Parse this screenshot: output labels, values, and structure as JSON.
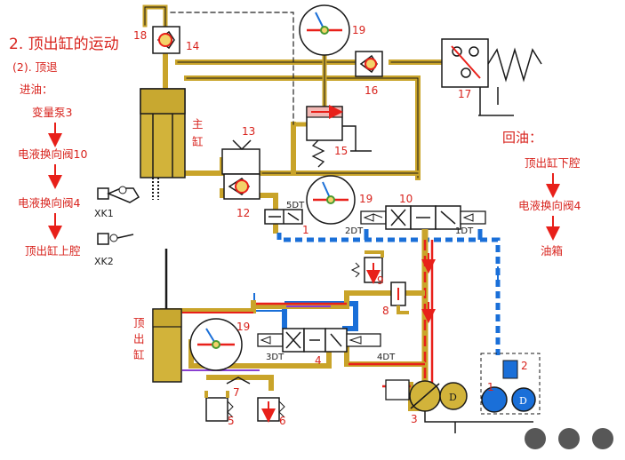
{
  "title": "2. 顶出缸的运动",
  "subtitle": "(2). 顶退",
  "inlet": {
    "heading": "进油：",
    "steps": [
      "变量泵3",
      "电液换向阀10",
      "电液换向阀4",
      "顶出缸上腔"
    ]
  },
  "return": {
    "heading": "回油：",
    "steps": [
      "顶出缸下腔",
      "电液换向阀4",
      "油箱"
    ]
  },
  "labels": {
    "main_cyl": "主\n缸",
    "eject_cyl": "顶\n出\n缸",
    "xk1": "XK1",
    "xk2": "XK2",
    "dt1": "1DT",
    "dt2": "2DT",
    "dt3": "3DT",
    "dt4": "4DT",
    "dt5": "5DT"
  },
  "numbers": {
    "n1": "1",
    "n2": "2",
    "n3": "3",
    "n4": "4",
    "n5": "5",
    "n6": "6",
    "n7": "7",
    "n8": "8",
    "n9": "9",
    "n10": "10",
    "n12": "12",
    "n13": "13",
    "n14": "14",
    "n15": "15",
    "n16": "16",
    "n17": "17",
    "n18": "18",
    "n19a": "19",
    "n19b": "19",
    "n19c": "19",
    "n4b": "4"
  },
  "colors": {
    "pressure_line": "#e8201a",
    "return_line": "#1a6fd8",
    "pilot_line": "#8a3fd0",
    "pipe_gold": "#c9a42a",
    "cylinder": "#d2b33a",
    "text_red": "#d8231d"
  },
  "nav_buttons": [
    "prev-icon",
    "play-icon",
    "next-icon"
  ]
}
